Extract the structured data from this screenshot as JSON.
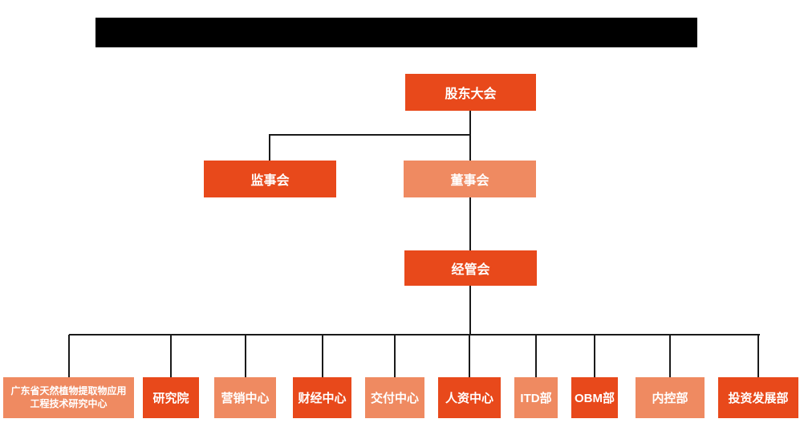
{
  "org_chart": {
    "root": {
      "label": "股东大会",
      "variant": "primary"
    },
    "level2": [
      {
        "label": "监事会",
        "variant": "primary"
      },
      {
        "label": "董事会",
        "variant": "light"
      }
    ],
    "level3": {
      "label": "经管会",
      "variant": "primary"
    },
    "departments": [
      {
        "label": "广东省天然植物提取物应用工程技术研究中心",
        "variant": "light"
      },
      {
        "label": "研究院",
        "variant": "primary"
      },
      {
        "label": "营销中心",
        "variant": "light"
      },
      {
        "label": "财经中心",
        "variant": "primary"
      },
      {
        "label": "交付中心",
        "variant": "light"
      },
      {
        "label": "人资中心",
        "variant": "primary"
      },
      {
        "label": "ITD部",
        "variant": "light"
      },
      {
        "label": "OBM部",
        "variant": "primary"
      },
      {
        "label": "内控部",
        "variant": "light"
      },
      {
        "label": "投资发展部",
        "variant": "primary"
      }
    ]
  },
  "colors": {
    "primary": "#E8491B",
    "light": "#EF8A61",
    "line": "#1A1A1A",
    "text": "#FFFFFF",
    "title_bar": "#000000"
  }
}
